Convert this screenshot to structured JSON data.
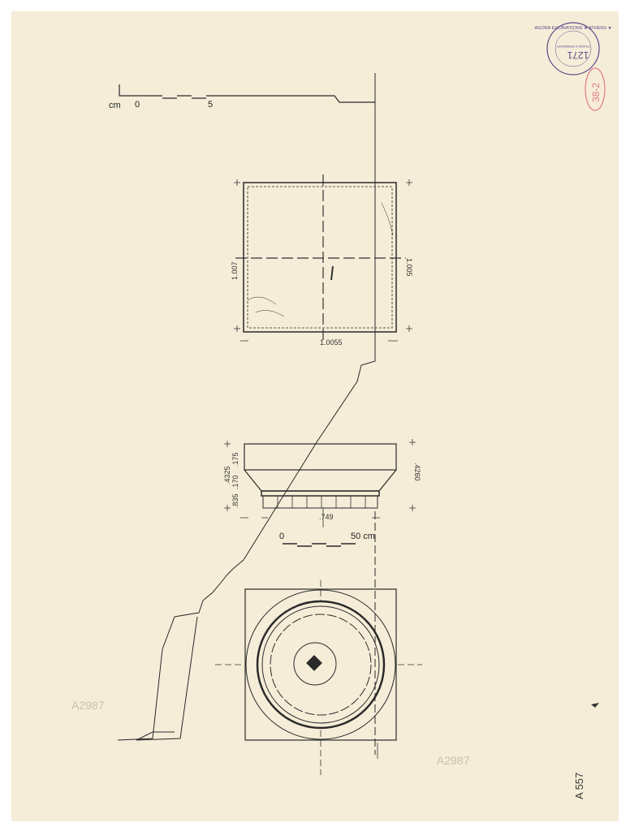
{
  "stamp": {
    "text": "AGORA EXCAVATIONS ★ ATHENS ★",
    "inner": "PLANS & DRAWINGS",
    "number": "1271",
    "color": "#5a4a8a"
  },
  "red_mark": {
    "text": "38-2",
    "color": "#e07a8a"
  },
  "scale_top": {
    "unit": "cm",
    "start": "0",
    "end": "5"
  },
  "scale_mid": {
    "start": "0",
    "end": "50 cm"
  },
  "top_view": {
    "left_dim": "1.007",
    "right_dim": "1.005",
    "bottom_dim": "1.0055"
  },
  "elevation": {
    "total": ".4325",
    "upper": ".175",
    "middle": ".170",
    "lower": ".835",
    "right_dim": ".4260",
    "bottom_dim": ".749"
  },
  "catalog": {
    "faint_left": "A2987",
    "faint_bottom": "A2987",
    "inventory": "A 557"
  },
  "colors": {
    "paper": "#f6edd8",
    "ink": "#2a2a2a"
  }
}
